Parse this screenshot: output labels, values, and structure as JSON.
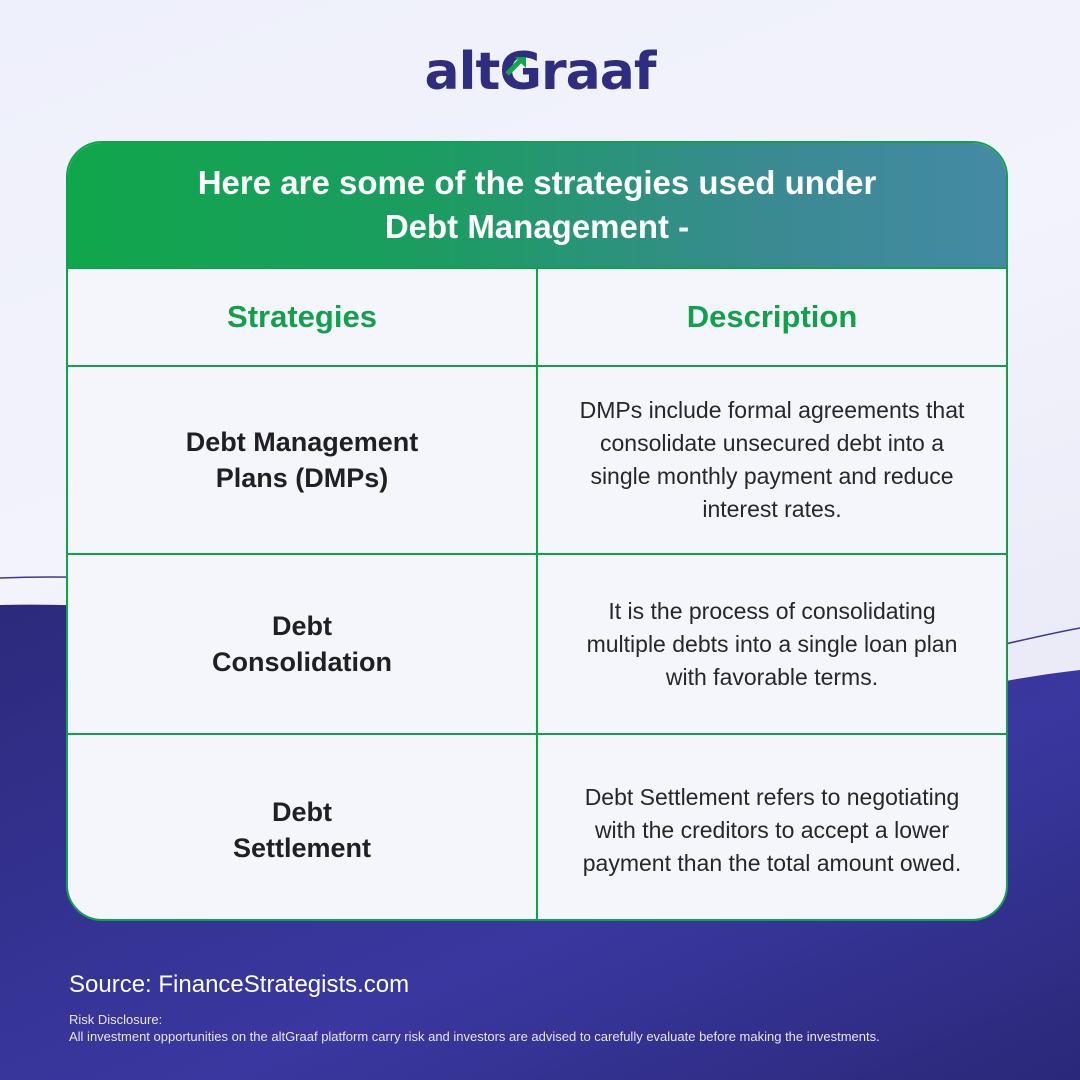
{
  "brand": {
    "logo_text_prefix": "alt",
    "logo_text_g": "G",
    "logo_text_suffix": "raaf",
    "colors": {
      "navy": "#2f2d7f",
      "green": "#10a64b",
      "teal": "#448aa4",
      "background_wave": "#312f86"
    }
  },
  "card": {
    "heading": "Here are some of the strategies used under Debt Management -",
    "columns": [
      "Strategies",
      "Description"
    ],
    "rows": [
      {
        "strategy": "Debt Management Plans (DMPs)",
        "description": "DMPs include formal agreements that consolidate unsecured debt into a single monthly payment and reduce interest rates."
      },
      {
        "strategy": "Debt Consolidation",
        "description": "It is the process of consolidating multiple debts into a single loan plan with favorable terms."
      },
      {
        "strategy": "Debt Settlement",
        "description": "Debt Settlement refers to negotiating with the creditors to accept a lower payment than the total amount owed."
      }
    ]
  },
  "footer": {
    "source": "Source: FinanceStrategists.com",
    "risk_title": "Risk Disclosure:",
    "risk_text": "All investment opportunities on the altGraaf platform carry risk and investors are advised to carefully evaluate before making the investments."
  }
}
